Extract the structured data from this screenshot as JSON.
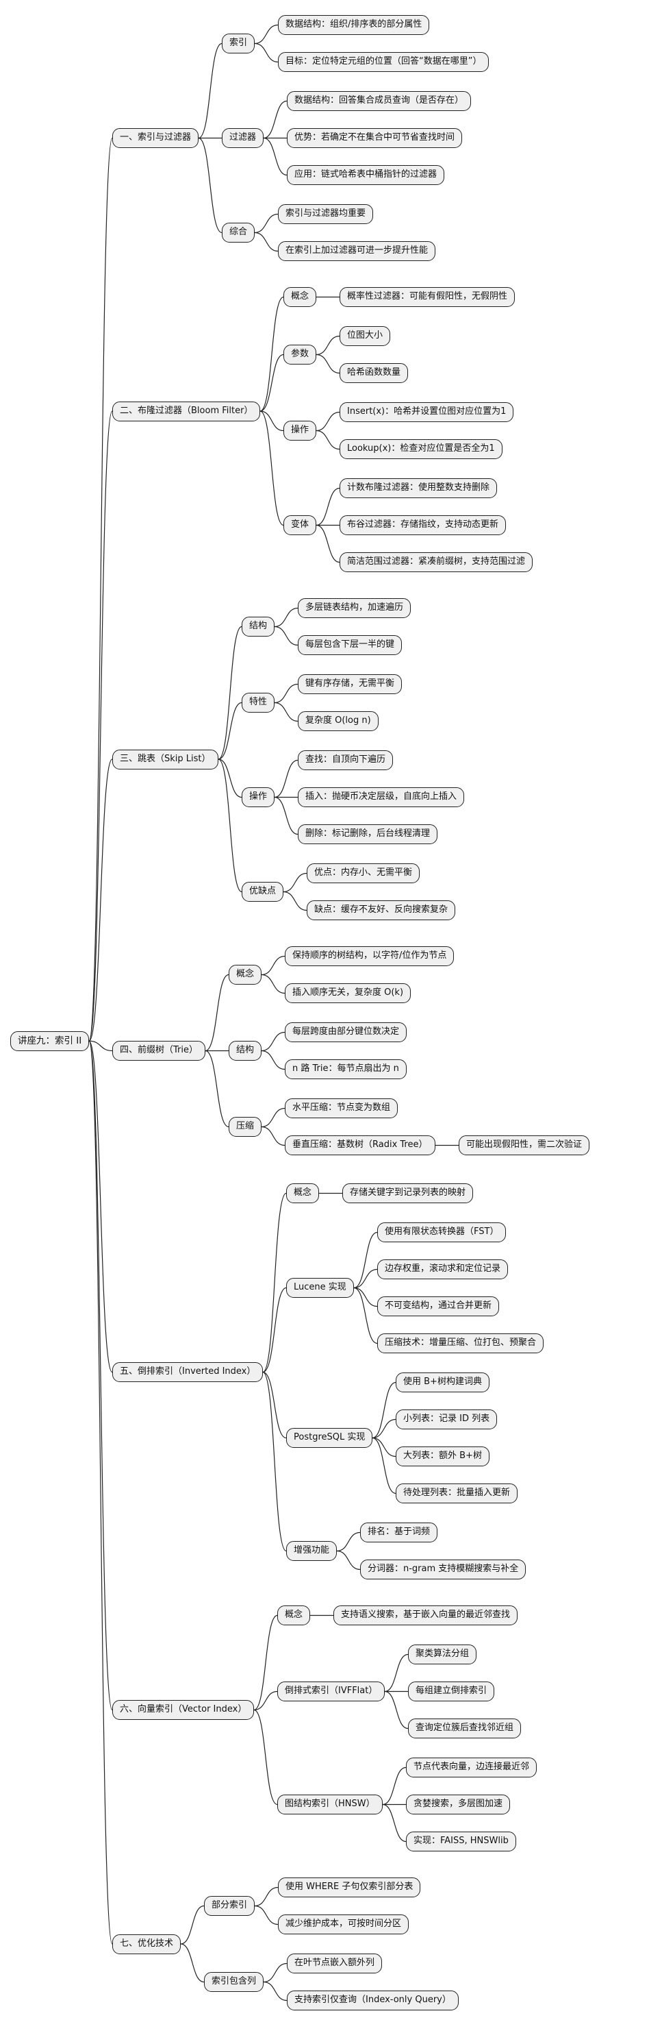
{
  "colors": {
    "background": "#ffffff",
    "node_fill": "#f0f0f0",
    "node_border": "#222222",
    "node_text": "#111111",
    "connector": "#222222"
  },
  "mindmap": {
    "label": "讲座九：索引 II",
    "children": [
      {
        "label": "一、索引与过滤器",
        "children": [
          {
            "label": "索引",
            "children": [
              {
                "label": "数据结构：组织/排序表的部分属性"
              },
              {
                "label": "目标：定位特定元组的位置（回答“数据在哪里”）"
              }
            ]
          },
          {
            "label": "过滤器",
            "children": [
              {
                "label": "数据结构：回答集合成员查询（是否存在）"
              },
              {
                "label": "优势：若确定不在集合中可节省查找时间"
              },
              {
                "label": "应用：链式哈希表中桶指针的过滤器"
              }
            ]
          },
          {
            "label": "综合",
            "children": [
              {
                "label": "索引与过滤器均重要"
              },
              {
                "label": "在索引上加过滤器可进一步提升性能"
              }
            ]
          }
        ]
      },
      {
        "label": "二、布隆过滤器（Bloom Filter）",
        "children": [
          {
            "label": "概念",
            "children": [
              {
                "label": "概率性过滤器：可能有假阳性，无假阴性"
              }
            ]
          },
          {
            "label": "参数",
            "children": [
              {
                "label": "位图大小"
              },
              {
                "label": "哈希函数数量"
              }
            ]
          },
          {
            "label": "操作",
            "children": [
              {
                "label": "Insert(x)：哈希并设置位图对应位置为1"
              },
              {
                "label": "Lookup(x)：检查对应位置是否全为1"
              }
            ]
          },
          {
            "label": "变体",
            "children": [
              {
                "label": "计数布隆过滤器：使用整数支持删除"
              },
              {
                "label": "布谷过滤器：存储指纹，支持动态更新"
              },
              {
                "label": "简洁范围过滤器：紧凑前缀树，支持范围过滤"
              }
            ]
          }
        ]
      },
      {
        "label": "三、跳表（Skip List）",
        "children": [
          {
            "label": "结构",
            "children": [
              {
                "label": "多层链表结构，加速遍历"
              },
              {
                "label": "每层包含下层一半的键"
              }
            ]
          },
          {
            "label": "特性",
            "children": [
              {
                "label": "键有序存储，无需平衡"
              },
              {
                "label": "复杂度 O(log n)"
              }
            ]
          },
          {
            "label": "操作",
            "children": [
              {
                "label": "查找：自顶向下遍历"
              },
              {
                "label": "插入：抛硬币决定层级，自底向上插入"
              },
              {
                "label": "删除：标记删除，后台线程清理"
              }
            ]
          },
          {
            "label": "优缺点",
            "children": [
              {
                "label": "优点：内存小、无需平衡"
              },
              {
                "label": "缺点：缓存不友好、反向搜索复杂"
              }
            ]
          }
        ]
      },
      {
        "label": "四、前缀树（Trie）",
        "children": [
          {
            "label": "概念",
            "children": [
              {
                "label": "保持顺序的树结构，以字符/位作为节点"
              },
              {
                "label": "插入顺序无关，复杂度 O(k)"
              }
            ]
          },
          {
            "label": "结构",
            "children": [
              {
                "label": "每层跨度由部分键位数决定"
              },
              {
                "label": "n 路 Trie：每节点扇出为 n"
              }
            ]
          },
          {
            "label": "压缩",
            "children": [
              {
                "label": "水平压缩：节点变为数组"
              },
              {
                "label": "垂直压缩：基数树（Radix Tree）",
                "children": [
                  {
                    "label": "可能出现假阳性，需二次验证"
                  }
                ]
              }
            ]
          }
        ]
      },
      {
        "label": "五、倒排索引（Inverted Index）",
        "children": [
          {
            "label": "概念",
            "children": [
              {
                "label": "存储关键字到记录列表的映射"
              }
            ]
          },
          {
            "label": "Lucene 实现",
            "children": [
              {
                "label": "使用有限状态转换器（FST）"
              },
              {
                "label": "边存权重，滚动求和定位记录"
              },
              {
                "label": "不可变结构，通过合并更新"
              },
              {
                "label": "压缩技术：增量压缩、位打包、预聚合"
              }
            ]
          },
          {
            "label": "PostgreSQL 实现",
            "children": [
              {
                "label": "使用 B+树构建词典"
              },
              {
                "label": "小列表：记录 ID 列表"
              },
              {
                "label": "大列表：额外 B+树"
              },
              {
                "label": "待处理列表：批量插入更新"
              }
            ]
          },
          {
            "label": "增强功能",
            "children": [
              {
                "label": "排名：基于词频"
              },
              {
                "label": "分词器：n-gram 支持模糊搜索与补全"
              }
            ]
          }
        ]
      },
      {
        "label": "六、向量索引（Vector Index）",
        "children": [
          {
            "label": "概念",
            "children": [
              {
                "label": "支持语义搜索，基于嵌入向量的最近邻查找"
              }
            ]
          },
          {
            "label": "倒排式索引（IVFFlat）",
            "children": [
              {
                "label": "聚类算法分组"
              },
              {
                "label": "每组建立倒排索引"
              },
              {
                "label": "查询定位簇后查找邻近组"
              }
            ]
          },
          {
            "label": "图结构索引（HNSW）",
            "children": [
              {
                "label": "节点代表向量，边连接最近邻"
              },
              {
                "label": "贪婪搜索，多层图加速"
              },
              {
                "label": "实现：FAISS, HNSWlib"
              }
            ]
          }
        ]
      },
      {
        "label": "七、优化技术",
        "children": [
          {
            "label": "部分索引",
            "children": [
              {
                "label": "使用 WHERE 子句仅索引部分表"
              },
              {
                "label": "减少维护成本，可按时间分区"
              }
            ]
          },
          {
            "label": "索引包含列",
            "children": [
              {
                "label": "在叶节点嵌入额外列"
              },
              {
                "label": "支持索引仅查询（Index-only Query）"
              }
            ]
          }
        ]
      }
    ]
  }
}
